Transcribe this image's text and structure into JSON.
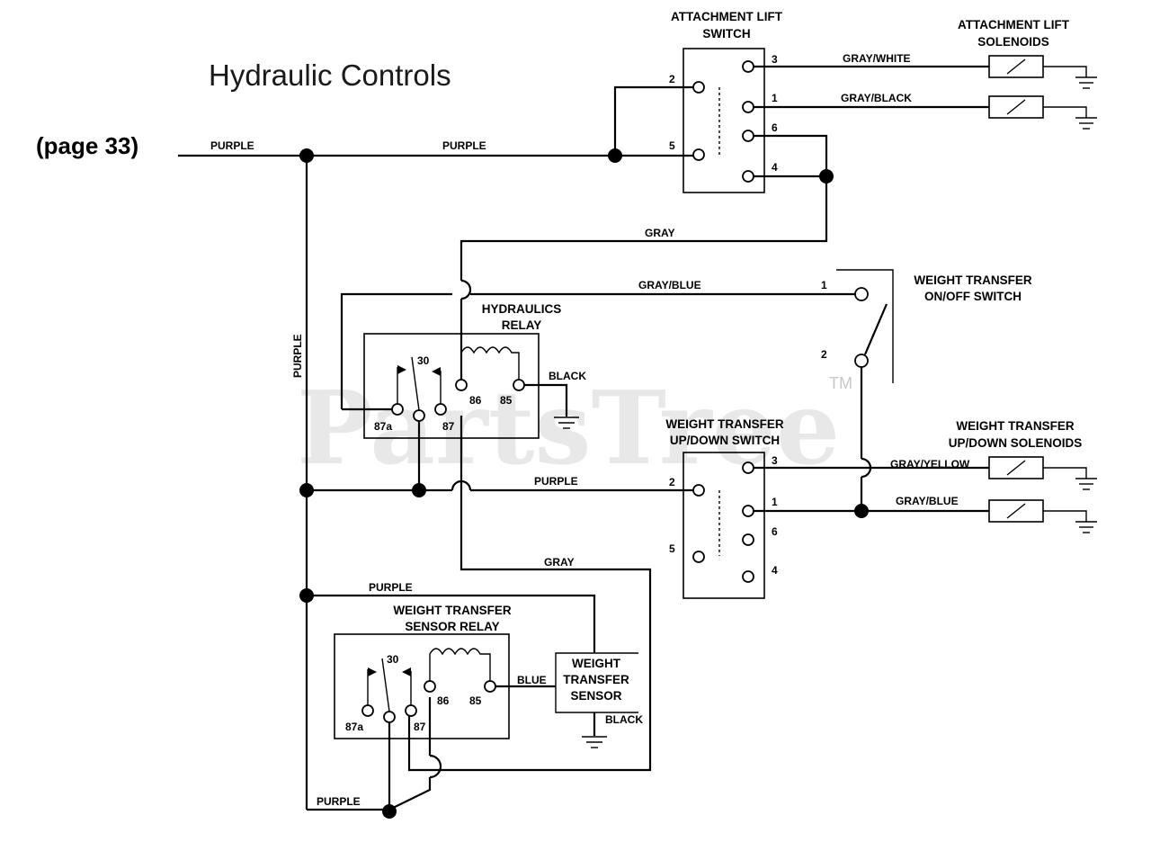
{
  "title": "Hydraulic Controls",
  "page_ref": "(page 33)",
  "watermark": {
    "text": "PartsTree",
    "tm": "TM"
  },
  "components": {
    "attachment_lift_switch": {
      "title": [
        "ATTACHMENT LIFT",
        "SWITCH"
      ],
      "pins": [
        "3",
        "2",
        "1",
        "6",
        "5",
        "4"
      ]
    },
    "attachment_lift_solenoids": {
      "title": [
        "ATTACHMENT LIFT",
        "SOLENOIDS"
      ]
    },
    "weight_transfer_onoff_switch": {
      "title": [
        "WEIGHT TRANSFER",
        "ON/OFF SWITCH"
      ],
      "pins": [
        "1",
        "2"
      ]
    },
    "hydraulics_relay": {
      "title": [
        "HYDRAULICS",
        "RELAY"
      ],
      "pins": [
        "30",
        "87a",
        "87",
        "86",
        "85"
      ]
    },
    "weight_transfer_updown_switch": {
      "title": [
        "WEIGHT TRANSFER",
        "UP/DOWN SWITCH"
      ],
      "pins": [
        "3",
        "2",
        "1",
        "6",
        "5",
        "4"
      ]
    },
    "weight_transfer_updown_solenoids": {
      "title": [
        "WEIGHT TRANSFER",
        "UP/DOWN SOLENOIDS"
      ]
    },
    "weight_transfer_sensor_relay": {
      "title": [
        "WEIGHT TRANSFER",
        "SENSOR RELAY"
      ],
      "pins": [
        "30",
        "87a",
        "87",
        "86",
        "85"
      ]
    },
    "weight_transfer_sensor": {
      "title": [
        "WEIGHT",
        "TRANSFER",
        "SENSOR"
      ]
    }
  },
  "wires": {
    "purple": "PURPLE",
    "gray": "GRAY",
    "gray_white": "GRAY/WHITE",
    "gray_black": "GRAY/BLACK",
    "gray_blue": "GRAY/BLUE",
    "gray_yellow": "GRAY/YELLOW",
    "black": "BLACK",
    "blue": "BLUE"
  }
}
